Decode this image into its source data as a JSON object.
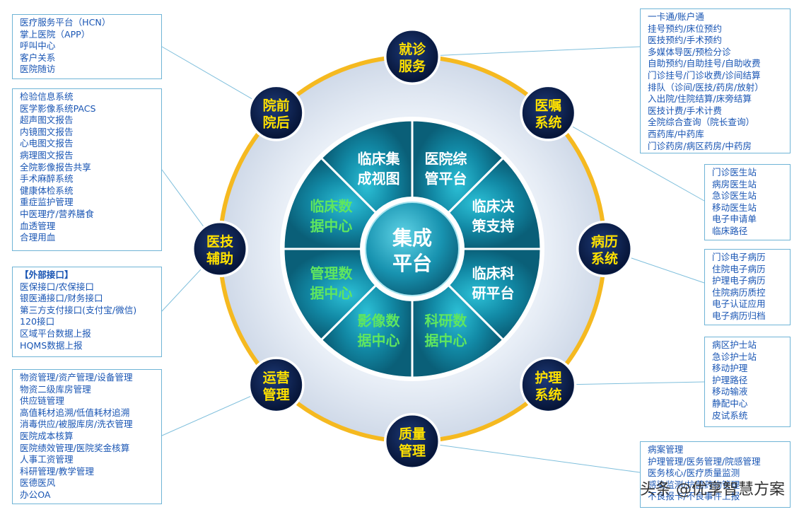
{
  "title_fragment": "…护平台",
  "center": {
    "label": [
      "集成",
      "平台"
    ]
  },
  "inner_segments": [
    {
      "label": [
        "医院综",
        "管平台"
      ],
      "color": "#ffffff"
    },
    {
      "label": [
        "临床决",
        "策支持"
      ],
      "color": "#ffffff"
    },
    {
      "label": [
        "临床科",
        "研平台"
      ],
      "color": "#ffffff"
    },
    {
      "label": [
        "科研数",
        "据中心"
      ],
      "color": "#5fe65f"
    },
    {
      "label": [
        "影像数",
        "据中心"
      ],
      "color": "#5fe65f"
    },
    {
      "label": [
        "管理数",
        "据中心"
      ],
      "color": "#5fe65f"
    },
    {
      "label": [
        "临床数",
        "据中心"
      ],
      "color": "#5fe65f"
    },
    {
      "label": [
        "临床集",
        "成视图"
      ],
      "color": "#ffffff"
    }
  ],
  "outer_nodes": [
    {
      "id": "jiuzhen",
      "label": [
        "就诊",
        "服务"
      ]
    },
    {
      "id": "yizhu",
      "label": [
        "医嘱",
        "系统"
      ]
    },
    {
      "id": "bingli",
      "label": [
        "病历",
        "系统"
      ]
    },
    {
      "id": "huli",
      "label": [
        "护理",
        "系统"
      ]
    },
    {
      "id": "zhiliang",
      "label": [
        "质量",
        "管理"
      ]
    },
    {
      "id": "yunying",
      "label": [
        "运营",
        "管理"
      ]
    },
    {
      "id": "yiji",
      "label": [
        "医技",
        "辅助"
      ]
    },
    {
      "id": "yuanqian",
      "label": [
        "院前",
        "院后"
      ]
    }
  ],
  "boxes": [
    {
      "id": "box-yuanqian",
      "lines": [
        "医疗服务平台（HCN）",
        "掌上医院（APP）",
        "呼叫中心",
        "客户关系",
        "医院随访"
      ]
    },
    {
      "id": "box-yiji",
      "lines": [
        "检验信息系统",
        "医学影像系统PACS",
        "超声图文报告",
        "内镜图文报告",
        "心电图文报告",
        "病理图文报告",
        "全院影像报告共享",
        "手术麻醉系统",
        "健康体检系统",
        "重症监护管理",
        "中医理疗/营养膳食",
        "血透管理",
        "合理用血"
      ]
    },
    {
      "id": "box-waibu",
      "lines": [
        "【外部接口】",
        "医保接口/农保接口",
        "银医通接口/财务接口",
        "第三方支付接口(支付宝/微信)",
        "120接口",
        "区域平台数据上报",
        "HQMS数据上报"
      ]
    },
    {
      "id": "box-yunying",
      "lines": [
        "物资管理/资产管理/设备管理",
        "物资二级库房管理",
        "供应链管理",
        "高值耗材追溯/低值耗材追溯",
        "消毒供应/被服库房/洗衣管理",
        "医院成本核算",
        "医院绩效管理/医院奖金核算",
        "人事工资管理",
        "科研管理/教学管理",
        "医德医风",
        "办公OA"
      ]
    },
    {
      "id": "box-jiuzhen",
      "lines": [
        "一卡通/账户通",
        "挂号预约/床位预约",
        "医技预约/手术预约",
        "多媒体导医/预检分诊",
        "自助预约/自助挂号/自助收费",
        "门诊挂号/门诊收费/诊间结算",
        "排队（诊间/医技/药房/放射）",
        "入出院/住院结算/床旁结算",
        "医技计费/手术计费",
        "全院综合查询（院长查询）",
        "西药库/中药库",
        "门诊药房/病区药房/中药房"
      ]
    },
    {
      "id": "box-yizhu",
      "lines": [
        "门诊医生站",
        "病房医生站",
        "急诊医生站",
        "移动医生站",
        "电子申请单",
        "临床路径"
      ]
    },
    {
      "id": "box-bingli",
      "lines": [
        "门诊电子病历",
        "住院电子病历",
        "护理电子病历",
        "住院病历质控",
        "电子认证应用",
        "电子病历归档"
      ]
    },
    {
      "id": "box-huli",
      "lines": [
        "病区护士站",
        "急诊护士站",
        "移动护理",
        "护理路径",
        "移动输液",
        "静配中心",
        "皮试系统"
      ]
    },
    {
      "id": "box-zhiliang",
      "lines": [
        "病案管理",
        "护理管理/医务管理/院感管理",
        "医务核心/医疗质量监测",
        "感染监测/抗菌药物管理",
        "不良报卡/不良事件上报"
      ]
    }
  ],
  "watermark": "头条 @优享智慧方案",
  "colors": {
    "ring": "#f5b920",
    "ring_fill": "#dde6f1",
    "node_fill": "#0a1f4c",
    "node_text": "#ffe100",
    "inner_dark": "#0c6f88",
    "inner_light": "#1aa6c0",
    "box_text": "#1a56b4",
    "box_border": "#6fb4d6"
  }
}
